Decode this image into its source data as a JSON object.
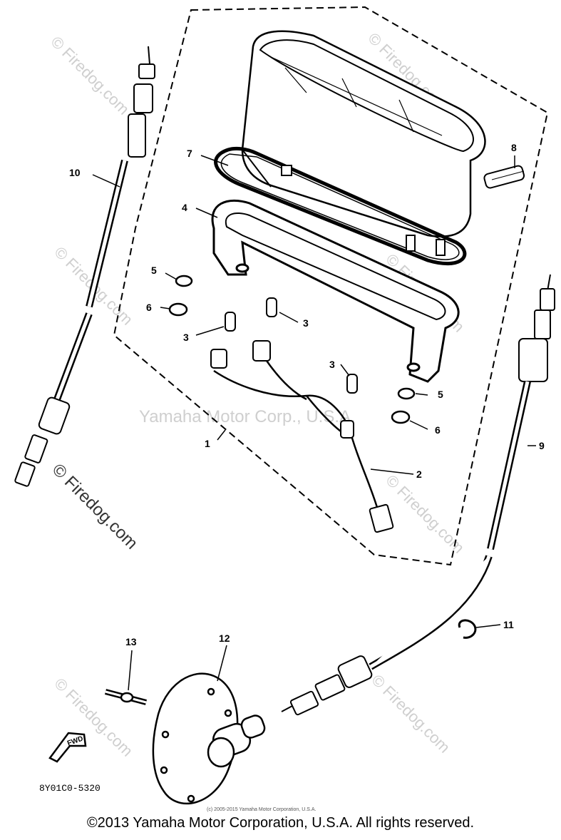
{
  "callouts": {
    "c1": "1",
    "c2": "2",
    "c3a": "3",
    "c3b": "3",
    "c3c": "3",
    "c4": "4",
    "c5a": "5",
    "c5b": "5",
    "c6a": "6",
    "c6b": "6",
    "c7": "7",
    "c8": "8",
    "c9": "9",
    "c10": "10",
    "c11": "11",
    "c12": "12",
    "c13": "13"
  },
  "watermarks": {
    "site": "© Firedog.com",
    "center": "Yamaha Motor Corp., U.S.A."
  },
  "diagram_code": "8Y01C0-5320",
  "fwd_label": "FWD",
  "small_copyright": "(c) 2005-2015 Yamaha Motor Corporation, U.S.A.",
  "footer": {
    "copyright": "©2013 Yamaha Motor Corporation, U.S.A. All rights reserved."
  }
}
